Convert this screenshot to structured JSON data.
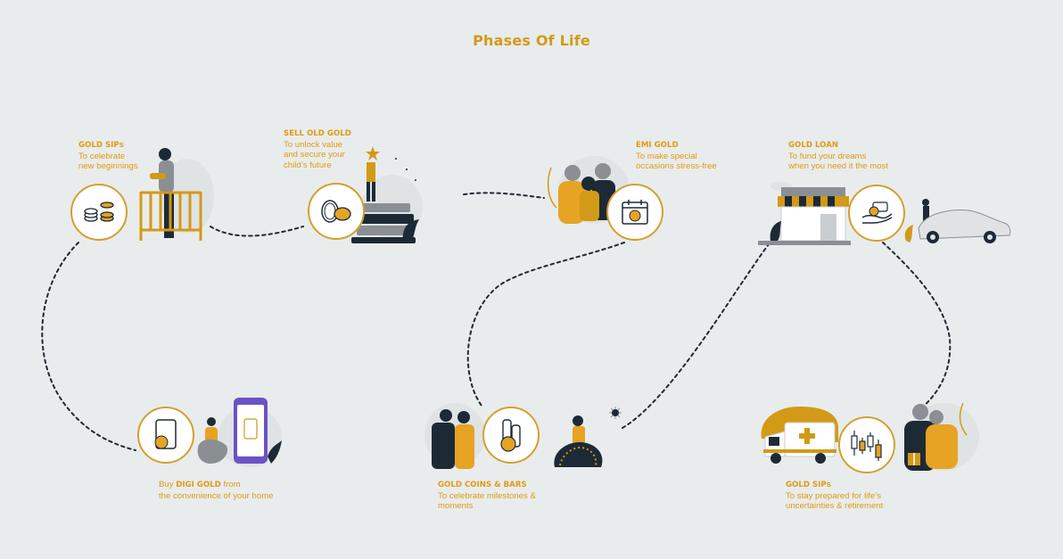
{
  "title": "Phases Of Life",
  "colors": {
    "gold": "#d29a17",
    "label": "#e09a12",
    "dark": "#1d2a36",
    "path": "#1d2a36",
    "blob": "#dfe3e4",
    "background": "#e9ecec"
  },
  "stages": [
    {
      "id": "gold-sips-start",
      "heading": "GOLD SIP",
      "heading_suffix": "s",
      "lines": [
        "To celebrate",
        "new beginnings"
      ],
      "icon": "stacked-coins-icon",
      "illustration": "father-crib-illustration"
    },
    {
      "id": "sell-old-gold",
      "heading": "SELL OLD GOLD",
      "lines": [
        "To unlock value",
        "and secure your",
        "child’s future"
      ],
      "icon": "gold-ornaments-icon",
      "illustration": "graduate-books-illustration"
    },
    {
      "id": "emi-gold",
      "heading": "EMI GOLD",
      "lines": [
        "To make special",
        "occasions stress-free"
      ],
      "icon": "calendar-gold-icon",
      "illustration": "family-portrait-illustration"
    },
    {
      "id": "gold-loan",
      "heading": "GOLD LOAN",
      "lines": [
        "To fund your dreams",
        "when you need it the most"
      ],
      "icon": "hand-gold-coin-icon",
      "illustration": "shop-car-illustration"
    },
    {
      "id": "digi-gold",
      "prefix": "Buy ",
      "heading": "DIGI GOLD",
      "suffix": " from",
      "lines": [
        "the convenience of your home"
      ],
      "icon": "digital-gold-card-icon",
      "illustration": "woman-phone-illustration"
    },
    {
      "id": "gold-coins-bars",
      "heading": "GOLD COINS & BARS",
      "lines": [
        "To celebrate milestones &",
        "moments"
      ],
      "icon": "gold-bars-coin-icon",
      "illustration": "wedding-dance-illustration"
    },
    {
      "id": "gold-sips-retirement",
      "heading": "GOLD SIP",
      "heading_suffix": "s",
      "lines": [
        "To stay prepared for life’s",
        "uncertainties & retirement"
      ],
      "icon": "candlestick-chart-icon",
      "illustration": "ambulance-elderly-couple-illustration"
    }
  ]
}
